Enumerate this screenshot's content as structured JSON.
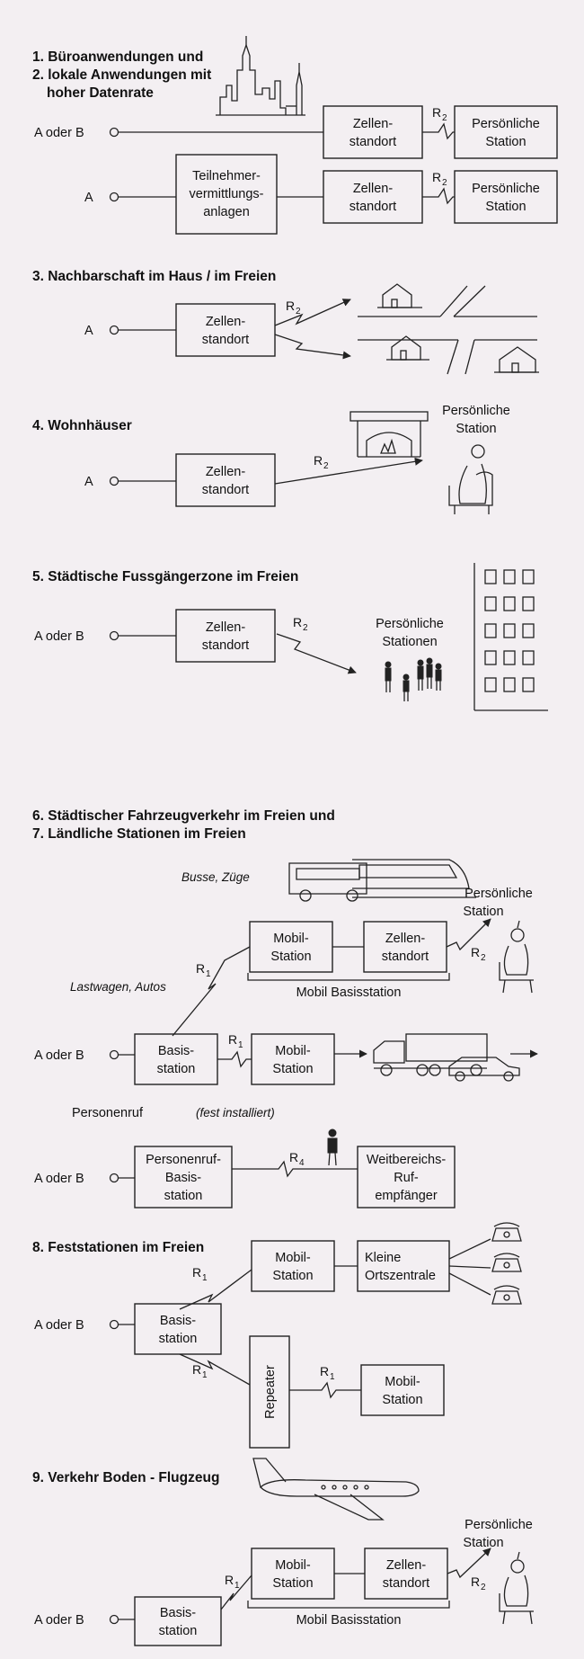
{
  "s12": {
    "title1": "1. Büroanwendungen und",
    "title2": "2. lokale Anwendungen mit",
    "title3": "hoher Datenrate",
    "input1": "A oder B",
    "input2": "A",
    "cell1_l1": "Zellen-",
    "cell1_l2": "standort",
    "cell2_l1": "Zellen-",
    "cell2_l2": "standort",
    "pbx_l1": "Teilnehmer-",
    "pbx_l2": "vermittlungs-",
    "pbx_l3": "anlagen",
    "ps1_l1": "Persönliche",
    "ps1_l2": "Station",
    "ps2_l1": "Persönliche",
    "ps2_l2": "Station",
    "r": "R",
    "rsub": "2"
  },
  "s3": {
    "title": "3. Nachbarschaft im Haus / im Freien",
    "input": "A",
    "cell_l1": "Zellen-",
    "cell_l2": "standort",
    "r": "R",
    "rsub": "2"
  },
  "s4": {
    "title": "4. Wohnhäuser",
    "input": "A",
    "cell_l1": "Zellen-",
    "cell_l2": "standort",
    "ps_l1": "Persönliche",
    "ps_l2": "Station",
    "r": "R",
    "rsub": "2"
  },
  "s5": {
    "title": "5. Städtische Fussgängerzone im Freien",
    "input": "A oder B",
    "cell_l1": "Zellen-",
    "cell_l2": "standort",
    "ps_l1": "Persönliche",
    "ps_l2": "Stationen",
    "r": "R",
    "rsub": "2"
  },
  "s67": {
    "title1": "6. Städtischer Fahrzeugverkehr im Freien und",
    "title2": "7. Ländliche Stationen im Freien",
    "busse": "Busse, Züge",
    "lastwagen": "Lastwagen, Autos",
    "mobil1_l1": "Mobil-",
    "mobil1_l2": "Station",
    "cell_l1": "Zellen-",
    "cell_l2": "standort",
    "ps_l1": "Persönliche",
    "ps_l2": "Station",
    "mobil_basis": "Mobil Basisstation",
    "input": "A oder B",
    "basis_l1": "Basis-",
    "basis_l2": "station",
    "mobil2_l1": "Mobil-",
    "mobil2_l2": "Station",
    "personenruf": "Personenruf",
    "fest": "(fest installiert)",
    "input2": "A oder B",
    "prb_l1": "Personenruf-",
    "prb_l2": "Basis-",
    "prb_l3": "station",
    "wre_l1": "Weitbereichs-",
    "wre_l2": "Ruf-",
    "wre_l3": "empfänger",
    "r1": "R",
    "r1sub": "1",
    "r2": "R",
    "r2sub": "2",
    "r4": "R",
    "r4sub": "4"
  },
  "s8": {
    "title": "8. Feststationen im Freien",
    "input": "A oder B",
    "basis_l1": "Basis-",
    "basis_l2": "station",
    "mobil1_l1": "Mobil-",
    "mobil1_l2": "Station",
    "ko_l1": "Kleine",
    "ko_l2": "Ortszentrale",
    "repeater": "Repeater",
    "mobil2_l1": "Mobil-",
    "mobil2_l2": "Station",
    "r1": "R",
    "r1sub": "1"
  },
  "s9": {
    "title": "9. Verkehr Boden - Flugzeug",
    "input": "A oder B",
    "basis_l1": "Basis-",
    "basis_l2": "station",
    "mobil_l1": "Mobil-",
    "mobil_l2": "Station",
    "cell_l1": "Zellen-",
    "cell_l2": "standort",
    "ps_l1": "Persönliche",
    "ps_l2": "Station",
    "mobil_basis": "Mobil Basisstation",
    "r1": "R",
    "r1sub": "1",
    "r2": "R",
    "r2sub": "2"
  }
}
